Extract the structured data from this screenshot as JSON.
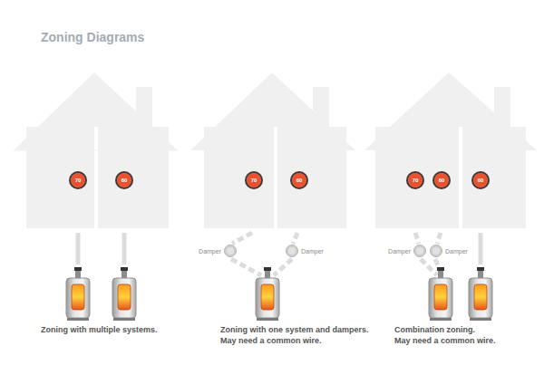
{
  "diagram": {
    "title": "Zoning Diagrams",
    "nodes": [
      {
        "text": [
          "70"
        ]
      },
      {
        "text": [
          "60"
        ]
      },
      {
        "text": [
          "70"
        ]
      },
      {
        "text": [
          "60"
        ]
      },
      {
        "text": [
          "70"
        ]
      },
      {
        "text": [
          "60"
        ]
      },
      {
        "text": [
          "60"
        ]
      },
      {
        "text": [
          "Damper"
        ]
      },
      {
        "text": [
          "Damper"
        ]
      },
      {
        "text": [
          "Damper"
        ]
      },
      {
        "text": [
          "Damper"
        ]
      }
    ],
    "labels": [
      "Zoning with multiple systems.",
      "Zoning with one system and dampers.",
      "May need a common wire.",
      "Combination zoning.",
      "May need a common wire."
    ]
  }
}
